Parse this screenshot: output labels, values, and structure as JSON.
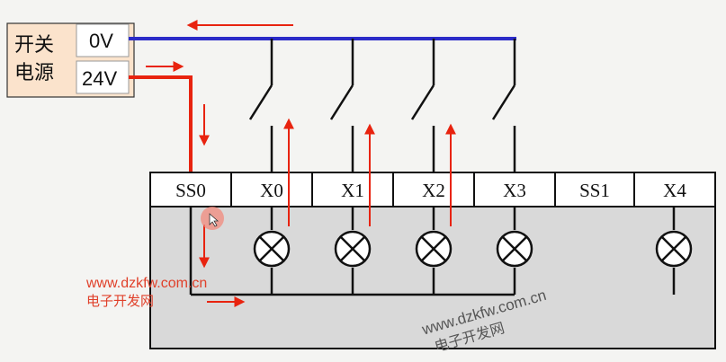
{
  "power_supply": {
    "title_line1": "开关",
    "title_line2": "电源",
    "terminal_0v": "0V",
    "terminal_24v": "24V"
  },
  "terminals": [
    "SS0",
    "X0",
    "X1",
    "X2",
    "X3",
    "SS1",
    "X4"
  ],
  "watermark": {
    "url": "www.dzkfw.com.cn",
    "name": "电子开发网"
  },
  "colors": {
    "common_bus": "#2b2bc8",
    "positive_wire": "#e8230f",
    "current_arrow": "#e8230f",
    "psu_fill": "#fbe3cc",
    "module_fill": "#d9d9d9",
    "watermark": "#e0402a"
  }
}
